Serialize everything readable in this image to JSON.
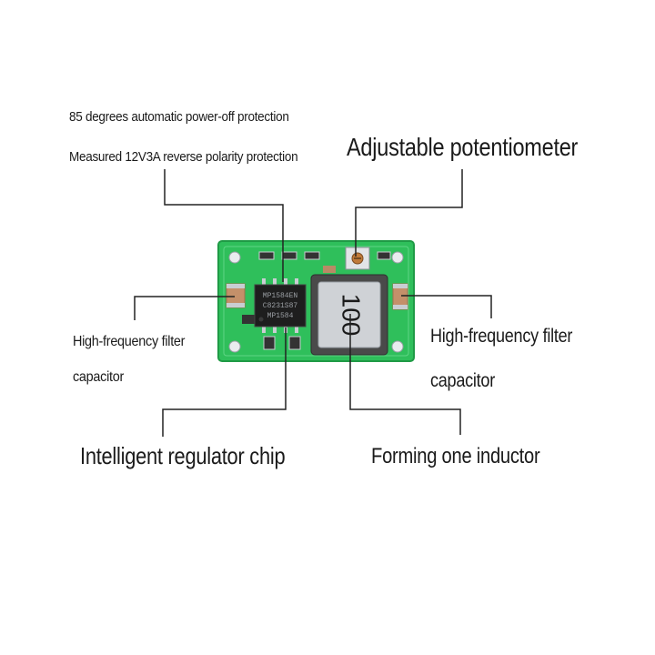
{
  "labels": {
    "thermal_protection": "85 degrees automatic power-off protection",
    "reverse_polarity": "Measured 12V3A reverse polarity protection",
    "potentiometer": "Adjustable potentiometer",
    "left_cap_line1": "High-frequency filter",
    "left_cap_line2": "capacitor",
    "right_cap_line1": "High-frequency filter",
    "right_cap_line2": "capacitor",
    "regulator_chip": "Intelligent regulator chip",
    "inductor": "Forming one inductor"
  },
  "board": {
    "inductor_marking": "100",
    "chip_marking_1": "MP1584EN",
    "chip_marking_2": "C8231S87",
    "chip_marking_3": "MP1584"
  },
  "colors": {
    "pcb": "#2fbf5b",
    "pcb_dark": "#1f9a45",
    "solder": "#c9cdd2",
    "capacitor": "#c4906a",
    "inductor_body": "#4a4a4a",
    "inductor_face": "#cfd2d6",
    "leader": "#222222"
  }
}
